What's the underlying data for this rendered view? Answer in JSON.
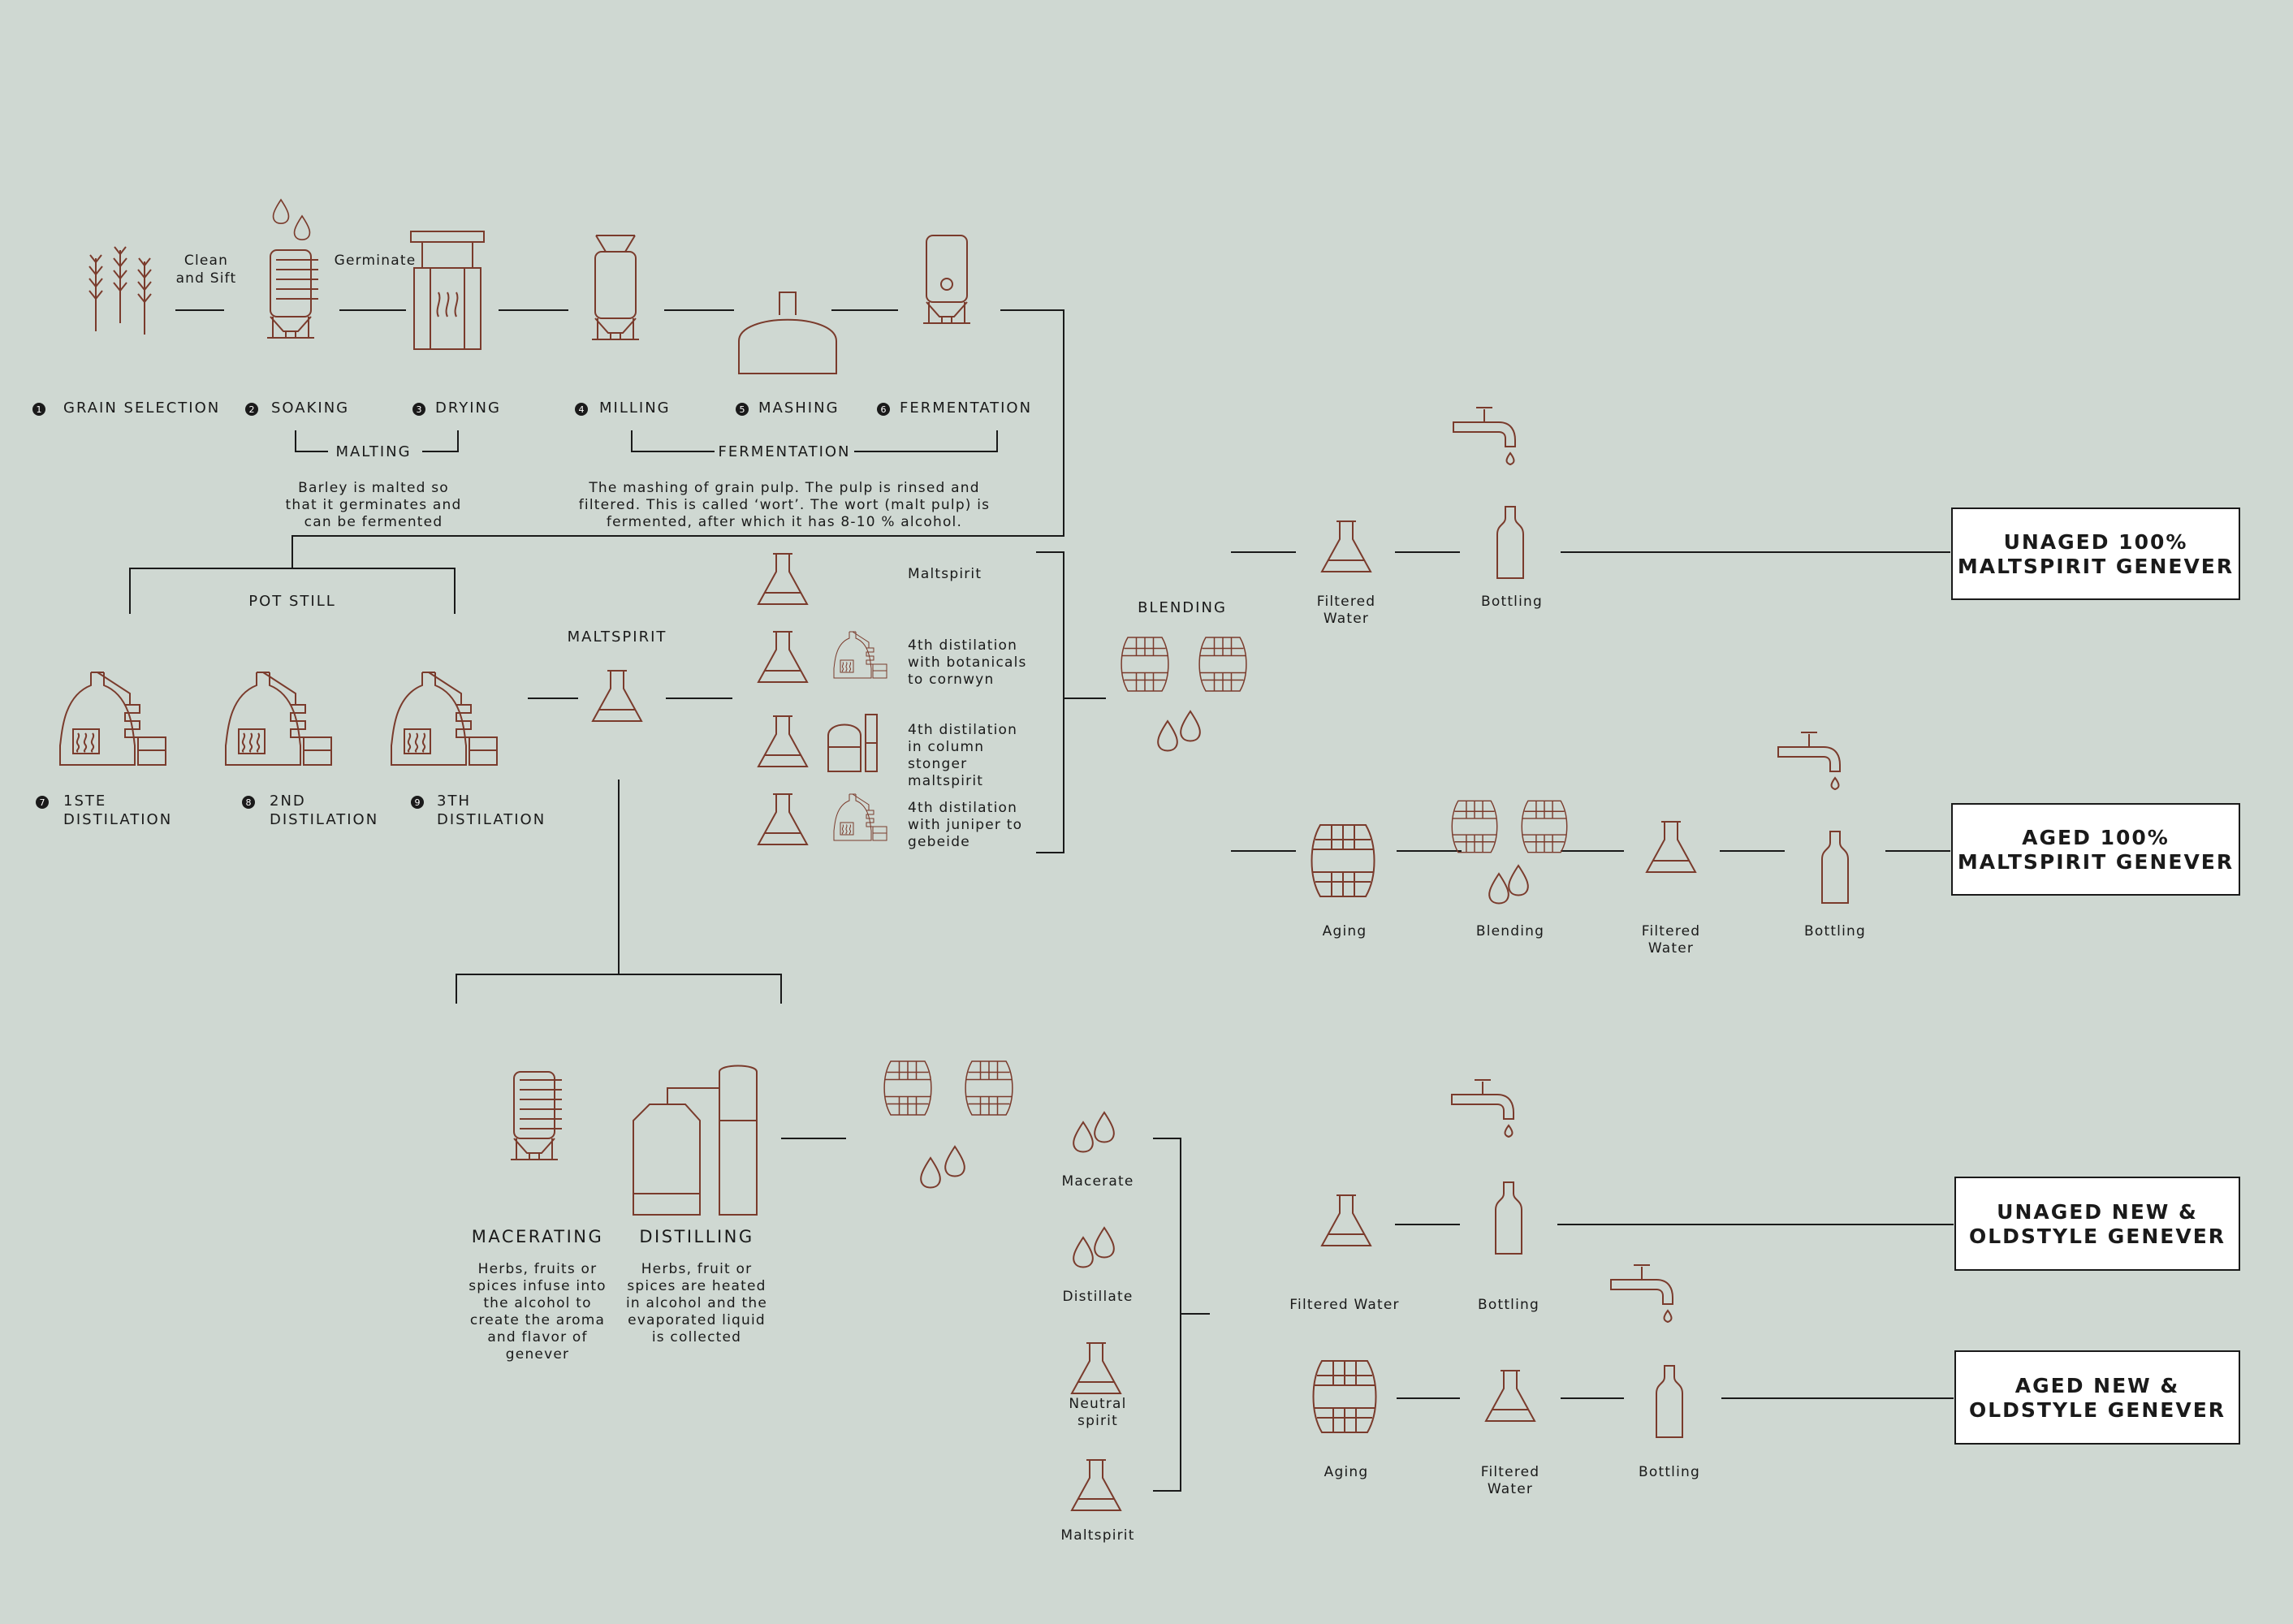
{
  "colors": {
    "background": "#cfd8d2",
    "icon": "#7a3b2c",
    "line": "#1a1a1a",
    "box_fill": "#ffffff"
  },
  "malting": {
    "steps": [
      {
        "num": "1",
        "label": "GRAIN SELECTION",
        "icon": "wheat-icon"
      },
      {
        "num": "2",
        "label": "SOAKING",
        "icon": "soaking-tank-icon"
      },
      {
        "num": "3",
        "label": "DRYING",
        "icon": "kiln-icon"
      },
      {
        "num": "4",
        "label": "MILLING",
        "icon": "mill-icon"
      },
      {
        "num": "5",
        "label": "MASHING",
        "icon": "mash-tun-icon"
      },
      {
        "num": "6",
        "label": "FERMENTATION",
        "icon": "fermentation-tank-icon"
      }
    ],
    "clean_sift": [
      "Clean",
      "and Sift"
    ],
    "germinate": "Germinate",
    "group_malting": "MALTING",
    "group_fermentation": "FERMENTATION",
    "malting_desc": [
      "Barley is malted so",
      "that it germinates and",
      "can be fermented"
    ],
    "fermentation_desc": [
      "The mashing of grain pulp. The pulp is rinsed and",
      "filtered. This is called ‘wort’. The wort (malt pulp) is",
      "fermented, after which it has 8-10 % alcohol."
    ]
  },
  "distillation": {
    "group_label": "POT STILL",
    "steps": [
      {
        "num": "7",
        "line1": "1STE",
        "line2": "DISTILATION"
      },
      {
        "num": "8",
        "line1": "2ND",
        "line2": "DISTILATION"
      },
      {
        "num": "9",
        "line1": "3TH",
        "line2": "DISTILATION"
      }
    ],
    "maltspirit_label": "MALTSPIRIT"
  },
  "options": [
    {
      "lines": [
        "Maltspirit"
      ]
    },
    {
      "lines": [
        "4th distilation",
        "with botanicals",
        "to cornwyn"
      ]
    },
    {
      "lines": [
        "4th distilation",
        "in column",
        "stonger",
        "maltspirit"
      ]
    },
    {
      "lines": [
        "4th distilation",
        "with juniper to",
        "gebeide"
      ]
    }
  ],
  "blending_label": "BLENDING",
  "row1": {
    "filtered": [
      "Filtered",
      "Water"
    ],
    "bottling": "Bottling",
    "result": [
      "UNAGED 100%",
      "MALTSPIRIT GENEVER"
    ]
  },
  "row2": {
    "aging": "Aging",
    "blending": "Blending",
    "filtered": [
      "Filtered",
      "Water"
    ],
    "bottling": "Bottling",
    "result": [
      "AGED 100%",
      "MALTSPIRIT GENEVER"
    ]
  },
  "new_style": {
    "macerating": {
      "title": "MACERATING",
      "desc": [
        "Herbs, fruits or",
        "spices infuse into",
        "the alcohol to",
        "create the aroma",
        "and flavor of",
        "genever"
      ]
    },
    "distilling": {
      "title": "DISTILLING",
      "desc": [
        "Herbs, fruit or",
        "spices are heated",
        "in alcohol and the",
        "evaporated liquid",
        "is collected"
      ]
    },
    "ingredients": [
      {
        "lines": [
          "Macerate"
        ]
      },
      {
        "lines": [
          "Distillate"
        ]
      },
      {
        "lines": [
          "Neutral",
          "spirit"
        ]
      },
      {
        "lines": [
          "Maltspirit"
        ]
      }
    ]
  },
  "row3": {
    "filtered": "Filtered Water",
    "bottling": "Bottling",
    "result": [
      "UNAGED NEW &",
      "OLDSTYLE GENEVER"
    ]
  },
  "row4": {
    "aging": "Aging",
    "filtered": [
      "Filtered",
      "Water"
    ],
    "bottling": "Bottling",
    "result": [
      "AGED NEW &",
      "OLDSTYLE GENEVER"
    ]
  }
}
